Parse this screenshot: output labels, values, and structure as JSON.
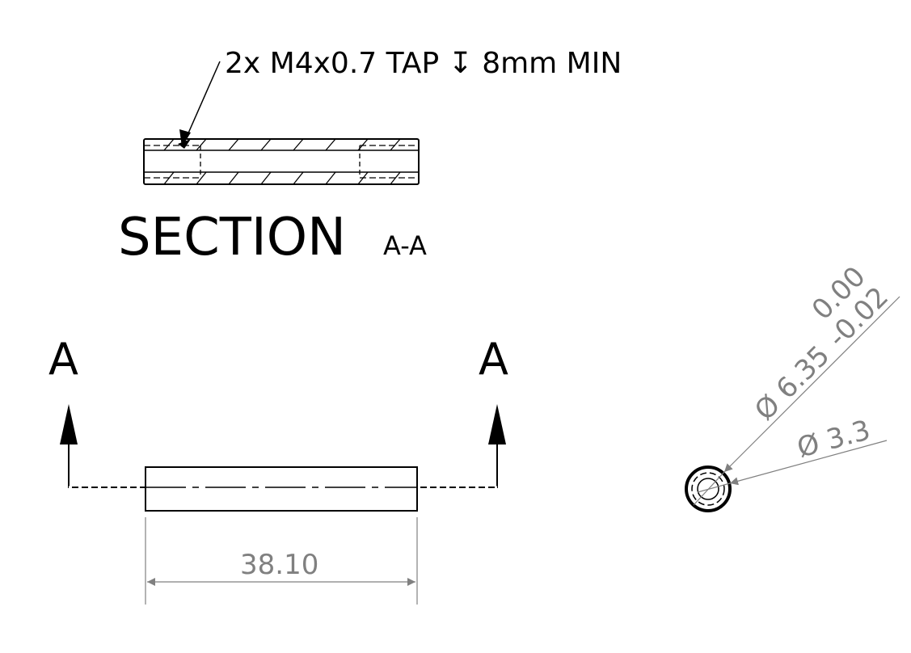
{
  "callout": {
    "text": "2x M4x0.7 TAP ↧ 8mm MIN"
  },
  "section": {
    "title": "SECTION",
    "label": "A-A"
  },
  "cut_labels": {
    "left": "A",
    "right": "A"
  },
  "dimensions": {
    "length": "38.10",
    "outer_diameter": "Ø 6.35",
    "outer_tol_upper": "0.00",
    "outer_tol_lower": "-0.02",
    "inner_diameter": "Ø 3.3"
  },
  "colors": {
    "geometry": "#000000",
    "dimension": "#808080"
  }
}
